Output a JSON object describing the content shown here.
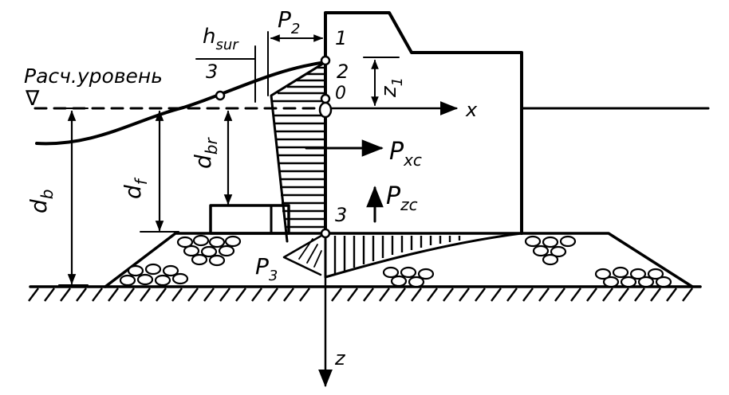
{
  "labels": {
    "design_level": "Расч.уровень",
    "level_mark": "∇",
    "h_sur": "h",
    "h_sur_sub": "sur",
    "p2": "P",
    "p2_sub": "2",
    "p3": "P",
    "p3_sub": "3",
    "pxc": "P",
    "pxc_sub": "xc",
    "pzc": "P",
    "pzc_sub": "zc",
    "pt1": "1",
    "pt2": "2",
    "pt0": "0",
    "pt3_left": "3",
    "pt3_right": "3",
    "z1": "z",
    "z1_sub": "1",
    "x_axis": "x",
    "z_axis": "z",
    "d_b": "d",
    "d_b_sub": "b",
    "d_f": "d",
    "d_f_sub": "f",
    "d_br": "d",
    "d_br_sub": "br"
  }
}
